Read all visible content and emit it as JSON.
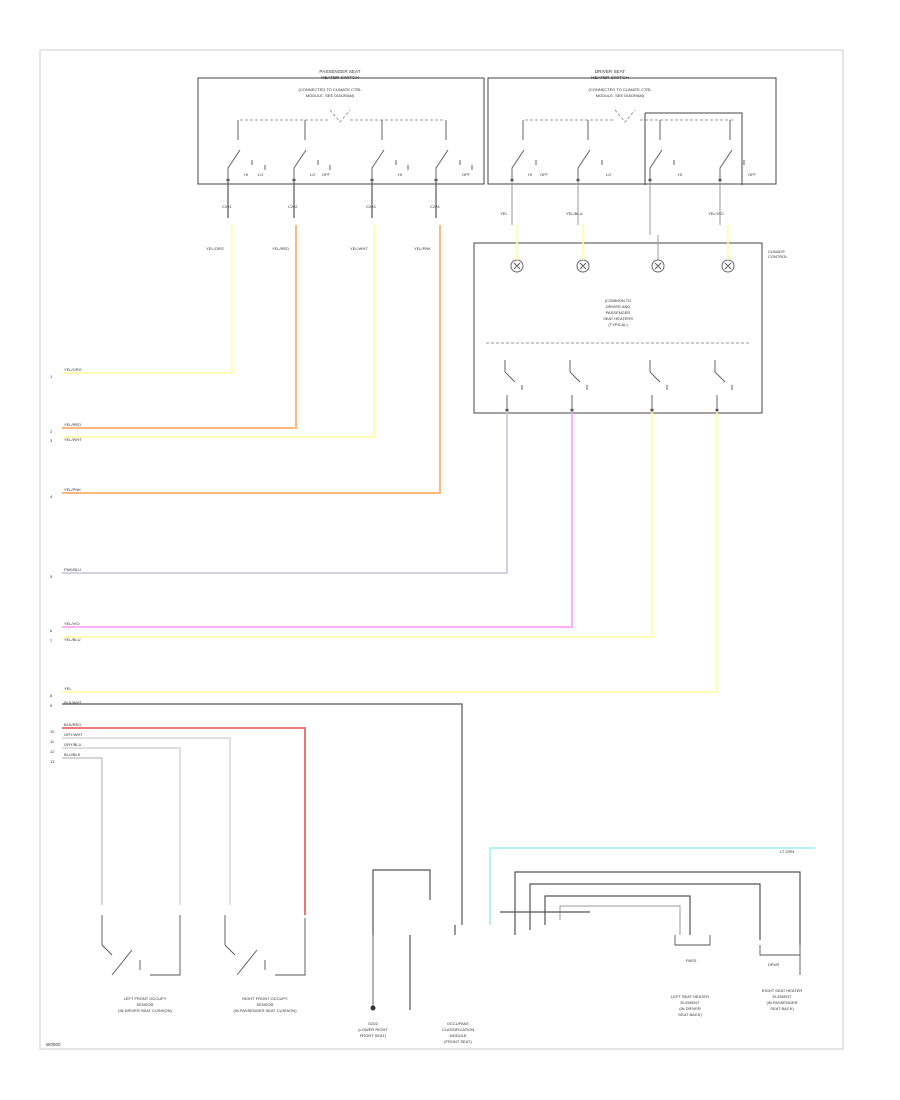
{
  "diagram": {
    "footer_code": "W0000",
    "modules": {
      "passenger_seat_heater": {
        "title_1": "PASSENGER SEAT",
        "title_2": "HEATER SWITCH",
        "note_1": "(CONNECTED TO CLIMATE CTRL",
        "note_2": "MODULE, SEE DIAGRAM)",
        "positions": [
          "HI",
          "LO",
          "OFF"
        ]
      },
      "driver_seat_heater": {
        "title_1": "DRIVER SEAT",
        "title_2": "HEATER SWITCH",
        "note_1": "(CONNECTED TO CLIMATE CTRL",
        "note_2": "MODULE, SEE DIAGRAM)",
        "positions": [
          "HI",
          "LO",
          "OFF"
        ]
      },
      "climate_control": {
        "side_label_1": "CLIMATE",
        "side_label_2": "CONTROL",
        "inner_1": "(COMMON TO",
        "inner_2": "DRIVER AND",
        "inner_3": "PASSENGER",
        "inner_4": "SEAT HEATERS",
        "inner_5": "(TYPICAL)"
      }
    },
    "wire_labels": {
      "w1": "YEL/ORG",
      "w2": "YEL/RED",
      "w3": "YEL/WHT",
      "w4": "YEL/PNK",
      "w5": "PNK/BLU",
      "w6": "YEL/VIO",
      "w7": "YEL/BLU",
      "w8": "YEL",
      "w9": "BLK/WHT",
      "w10": "BLK/RED",
      "w11": "GRY/WHT",
      "w12": "GRY/BLU",
      "w13": "BLU/BLK",
      "w14": "LT GRN"
    },
    "components": {
      "lf_sensor_1": "LEFT FRONT OCCUPY",
      "lf_sensor_2": "SENSOR",
      "lf_sensor_3": "(IN DRIVER SEAT CUSHION)",
      "rf_sensor_1": "RIGHT FRONT OCCUPY",
      "rf_sensor_2": "SENSOR",
      "rf_sensor_3": "(IN PASSENGER SEAT CUSHION)",
      "g_point_1": "G202",
      "g_point_2": "(LOWER RIGHT",
      "g_point_3": "FRONT SEAT)",
      "occupant_1": "OCCUPANT",
      "occupant_2": "CLASSIFICATION",
      "occupant_3": "MODULE",
      "occupant_4": "(FRONT SEAT)",
      "lh_heater_1": "LEFT SEAT HEATER",
      "lh_heater_2": "ELEMENT",
      "lh_heater_3": "(IN DRIVER",
      "lh_heater_4": "SEAT BACK)",
      "rh_heater_1": "RIGHT SEAT HEATER",
      "rh_heater_2": "ELEMENT",
      "rh_heater_3": "(IN PASSENGER",
      "rh_heater_4": "SEAT BACK)",
      "pass_label": "PASS",
      "drvr_label": "DRVR"
    },
    "connectors": {
      "c1": "C201",
      "c2": "C202",
      "c3": "C203",
      "c4": "C204",
      "pins": [
        "1",
        "2",
        "3",
        "4",
        "5",
        "6",
        "7",
        "8",
        "9",
        "10",
        "11",
        "12",
        "13"
      ]
    }
  }
}
